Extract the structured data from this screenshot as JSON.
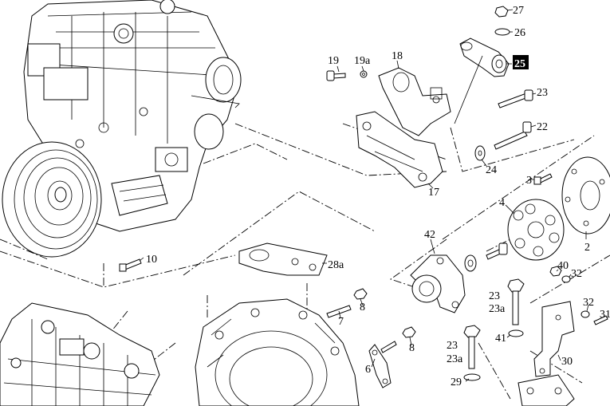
{
  "callouts": {
    "c27": "27",
    "c26": "26",
    "c25": "25",
    "c19": "19",
    "c19a": "19a",
    "c18": "18",
    "c23": "23",
    "c22": "22",
    "c24": "24",
    "c17": "17",
    "c3": "3",
    "c4": "4",
    "c2": "2",
    "c10": "10",
    "c42": "42",
    "c28a": "28a",
    "c8a": "8",
    "c7": "7",
    "c8b": "8",
    "c40": "40",
    "c32a": "32",
    "c32b": "32",
    "c31": "31",
    "c23b": "23",
    "c23a_b": "23a",
    "c41": "41",
    "c23c": "23",
    "c23a_c": "23a",
    "c29": "29",
    "c6": "6",
    "c30": "30"
  },
  "highlight": {
    "part": "25",
    "color": "#000000",
    "text_color": "#ffffff"
  }
}
